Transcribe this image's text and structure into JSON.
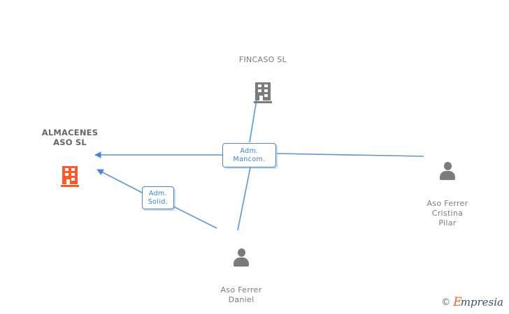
{
  "diagram": {
    "background_color": "#ffffff",
    "edge_color": "#5b93d6",
    "company_color": "#f85c2c",
    "entity_color": "#7b7b7b",
    "label_box_color": "#4a86d0",
    "nodes": [
      {
        "id": "almacenes-aso-sl",
        "type": "company-main",
        "icon": "building-icon",
        "label": "ALMACENES\nASO SL"
      },
      {
        "id": "fincaso-sl",
        "type": "company",
        "icon": "building-icon",
        "label": "FINCASO SL"
      },
      {
        "id": "aso-ferrer-cristina-pilar",
        "type": "person",
        "icon": "person-icon",
        "label": "Aso Ferrer\nCristina\nPilar"
      },
      {
        "id": "aso-ferrer-daniel",
        "type": "person",
        "icon": "person-icon",
        "label": "Aso Ferrer\nDaniel"
      }
    ],
    "relation_labels": [
      {
        "id": "adm-mancom",
        "label": "Adm.\nMancom."
      },
      {
        "id": "adm-solid",
        "label": "Adm.\nSolid."
      }
    ]
  },
  "watermark": {
    "copyright": "©",
    "brand_initial": "E",
    "brand_rest": "mpresia"
  }
}
